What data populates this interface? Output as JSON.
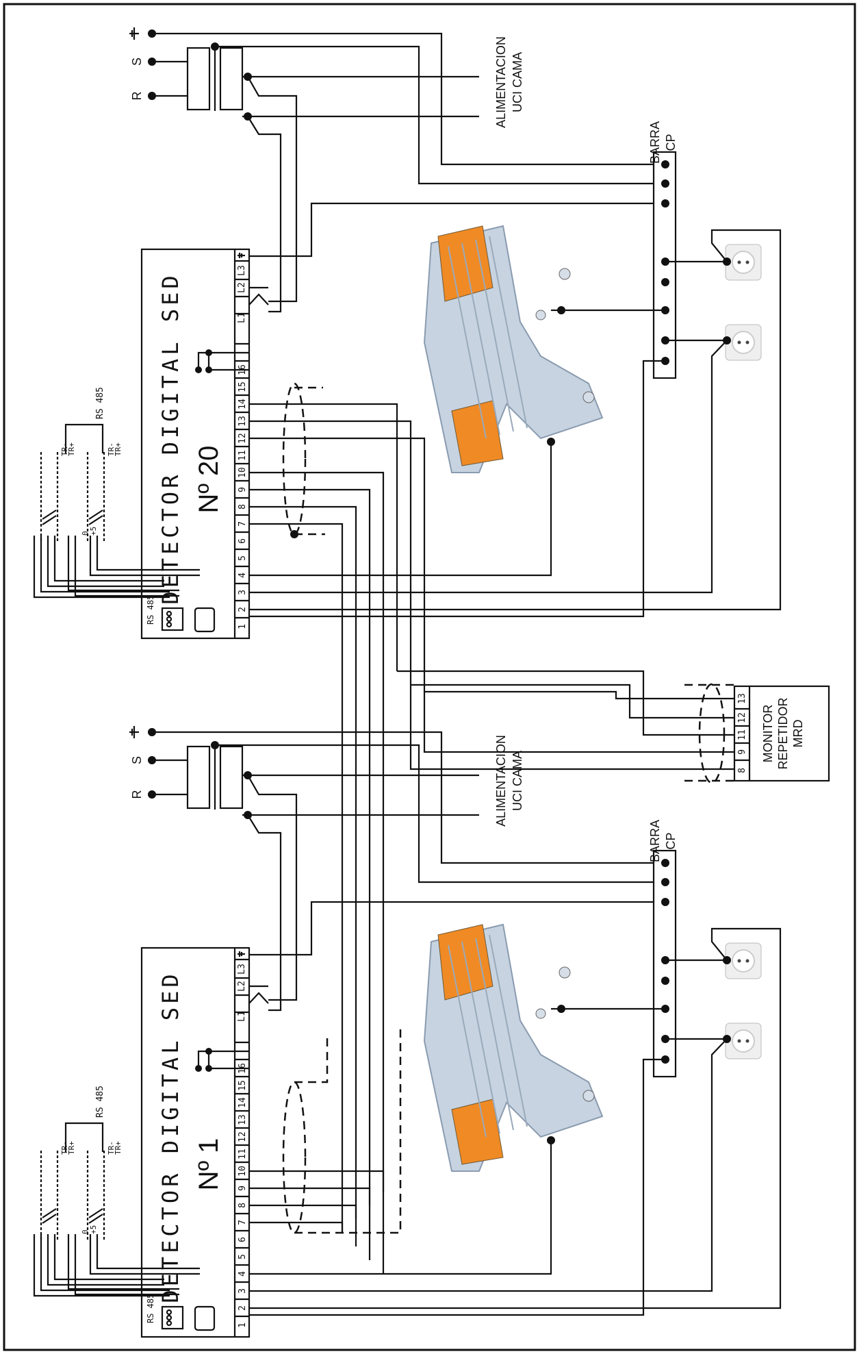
{
  "detectors": [
    {
      "title": "DETECTOR DIGITAL  SED",
      "number": "Nº 1",
      "rs485_port": "RS 485",
      "rs485_label": "RS 485",
      "cable_labels": [
        "TR-",
        "TR+",
        "TR-",
        "TR+",
        "0",
        "+5"
      ],
      "terminals": [
        "1",
        "2",
        "3",
        "4",
        "5",
        "6",
        "7",
        "8",
        "9",
        "10",
        "11",
        "12",
        "13",
        "14",
        "15",
        "16"
      ],
      "power_terminals": [
        "L1",
        "L2",
        "L3"
      ],
      "supply_labels": [
        "R",
        "S"
      ],
      "alimentacion": [
        "ALIMENTACION",
        "UCI  CAMA"
      ],
      "barra": [
        "BARRA",
        "CP"
      ]
    },
    {
      "title": "DETECTOR DIGITAL  SED",
      "number": "Nº 20",
      "rs485_port": "RS 485",
      "rs485_label": "RS 485",
      "cable_labels": [
        "TR-",
        "TR+",
        "TR-",
        "TR+",
        "0",
        "+5"
      ],
      "terminals": [
        "1",
        "2",
        "3",
        "4",
        "5",
        "6",
        "7",
        "8",
        "9",
        "10",
        "11",
        "12",
        "13",
        "14",
        "15",
        "16"
      ],
      "power_terminals": [
        "L1",
        "L2",
        "L3"
      ],
      "supply_labels": [
        "R",
        "S"
      ],
      "alimentacion": [
        "ALIMENTACION",
        "UCI  CAMA"
      ],
      "barra": [
        "BARRA",
        "CP"
      ]
    }
  ],
  "monitor": {
    "lines": [
      "MONITOR",
      "REPETIDOR",
      "MRD"
    ],
    "terminals": [
      "8",
      "9",
      "11",
      "12",
      "13"
    ]
  },
  "colors": {
    "line": "#111111",
    "bed_orange": "#f08a24",
    "bed_frame": "#b8c6d6",
    "outlet": "#efefef"
  },
  "icons": [
    "ground-icon",
    "transformer-icon",
    "hospital-bed-icon",
    "power-outlet-icon"
  ]
}
